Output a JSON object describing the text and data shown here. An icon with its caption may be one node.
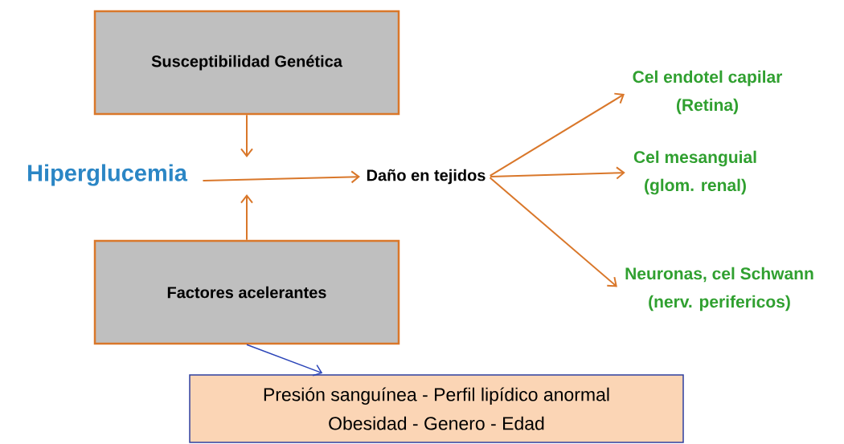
{
  "diagram": {
    "nodes": [
      {
        "text": [
          "Susceptibilidad Genética"
        ]
      },
      {
        "text": [
          "Hiperglucemia"
        ]
      },
      {
        "text": [
          "Daño en tejidos"
        ]
      },
      {
        "text": [
          "Cel endotel capilar",
          "(Retina)"
        ]
      },
      {
        "text": [
          "Cel mesanguial",
          "(glom. renal)"
        ]
      },
      {
        "text": [
          "Neuronas, cel Schwann",
          "(nerv. perifericos)"
        ]
      },
      {
        "text": [
          "Factores acelerantes"
        ]
      },
      {
        "text": [
          "Presión sanguínea   -   Perfil lipídico anormal",
          "Obesidad   -   Genero   -   Edad"
        ]
      }
    ],
    "edges": [
      {
        "from": 0,
        "to": null,
        "arrow": "to"
      },
      {
        "from": 6,
        "to": null,
        "arrow": "to"
      },
      {
        "from": 1,
        "to": 2,
        "arrow": "to"
      },
      {
        "from": 2,
        "to": 3,
        "arrow": "to"
      },
      {
        "from": 2,
        "to": 4,
        "arrow": "to"
      },
      {
        "from": 2,
        "to": 5,
        "arrow": "to"
      },
      {
        "from": 6,
        "to": 7,
        "arrow": "to",
        "color": "#2a44b8"
      }
    ]
  }
}
